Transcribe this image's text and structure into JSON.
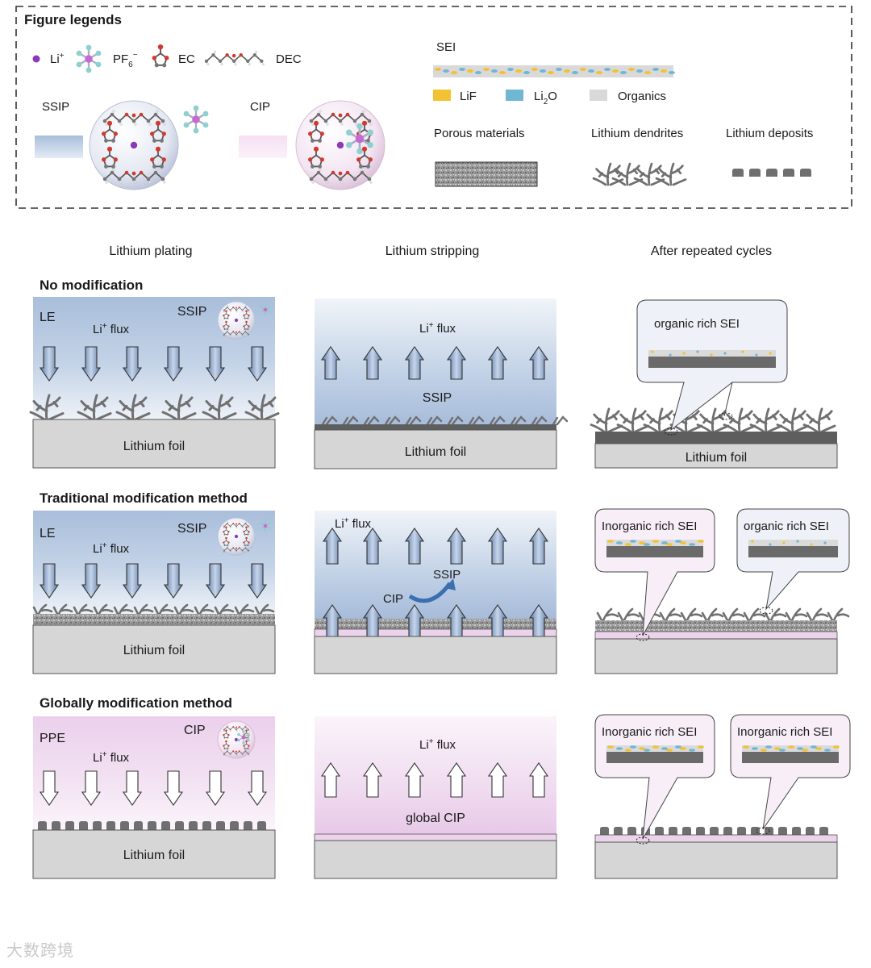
{
  "legend": {
    "title": "Figure legends",
    "species": {
      "li": "Li",
      "li_sup": "+",
      "pf6": "PF",
      "pf6_sub": "6",
      "pf6_sup": "−",
      "ec": "EC",
      "dec": "DEC"
    },
    "ssip": "SSIP",
    "cip": "CIP",
    "sei": "SEI",
    "lif": "LiF",
    "li2o_a": "Li",
    "li2o_sub": "2",
    "li2o_b": "O",
    "organics": "Organics",
    "porous": "Porous materials",
    "dendrites": "Lithium dendrites",
    "deposits": "Lithium deposits"
  },
  "columns": {
    "plating": "Lithium plating",
    "stripping": "Lithium stripping",
    "cycles": "After repeated cycles"
  },
  "rows": {
    "r1": {
      "title": "No modification",
      "electrolyte": "LE",
      "ion_state": "SSIP",
      "flux": "Li",
      "flux_sup": "+",
      "flux_word": " flux",
      "foil": "Lithium foil",
      "strip_ion": "SSIP",
      "callout1": "organic rich SEI"
    },
    "r2": {
      "title": "Traditional modification method",
      "electrolyte": "LE",
      "ion_state": "SSIP",
      "foil": "Lithium foil",
      "strip_ssip": "SSIP",
      "strip_cip": "CIP",
      "callout1": "Inorganic rich SEI",
      "callout2": "organic rich SEI"
    },
    "r3": {
      "title": "Globally modification method",
      "electrolyte": "PPE",
      "ion_state": "CIP",
      "foil": "Lithium foil",
      "strip_cip": "global CIP",
      "callout1": "Inorganic rich SEI",
      "callout2": "Inorganic rich SEI"
    }
  },
  "watermark": "大数跨境",
  "colors": {
    "le_blue": "#9fb7d6",
    "ppe_pink": "#ead2ea",
    "foil_gray": "#d6d6d6",
    "dendrite_gray": "#6f6f6f",
    "lif_yellow": "#f2c232",
    "li2o_blue": "#6fb7d3",
    "organic_gray": "#d9d9d9",
    "frame_dash": "#333333"
  }
}
